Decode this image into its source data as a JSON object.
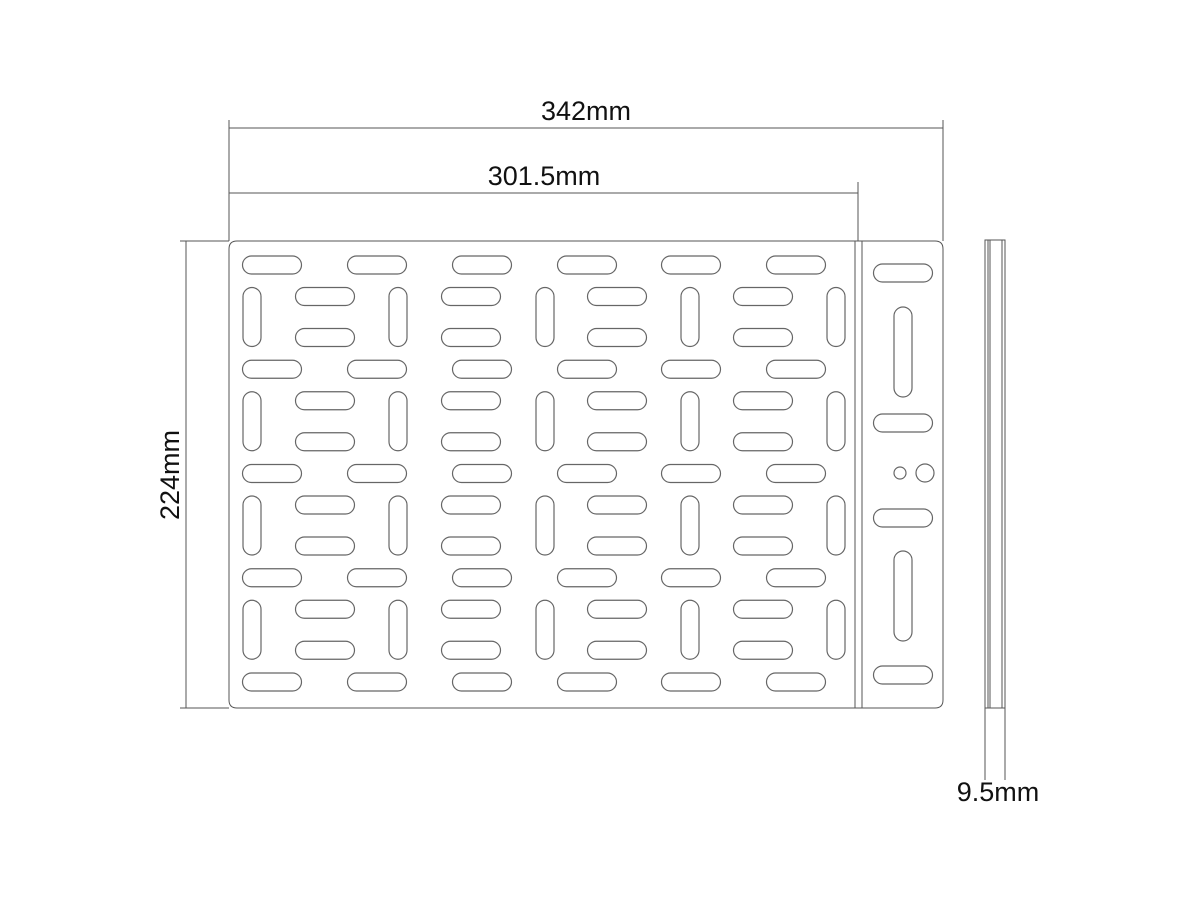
{
  "dimensions": {
    "overall_width": "342mm",
    "inner_width": "301.5mm",
    "height": "224mm",
    "thickness": "9.5mm"
  },
  "colors": {
    "line": "#555555",
    "text": "#111111"
  }
}
